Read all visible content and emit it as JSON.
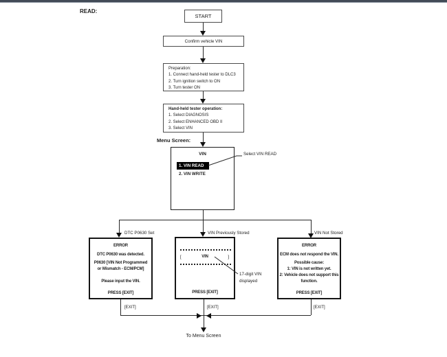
{
  "page": {
    "read_label": "READ:",
    "menu_screen_label": "Menu Screen:",
    "to_menu_screen": "To Menu Screen"
  },
  "flow": {
    "start": "START",
    "confirm": "Confirm vehicle VIN",
    "preparation": {
      "title": "Preparation:",
      "steps": [
        "1. Connect hand-held tester to DLC3",
        "2. Turn ignition switch to ON",
        "3. Turn tester ON"
      ]
    },
    "tester": {
      "title": "Hand-held tester operation:",
      "steps": [
        "1. Select DIAGNOSIS",
        "2. Select ENHANCED OBD II",
        "3. Select VIN"
      ]
    },
    "menu": {
      "title": "VIN",
      "item_selected": "1. VIN READ",
      "item_second": "2. VIN WRITE",
      "callout": "Select VIN READ"
    },
    "branches": {
      "left_label": "DTC P0630 Set",
      "middle_label": "VIN Previously Stored",
      "right_label": "VIN Not Stored"
    },
    "error_left": {
      "title": "ERROR",
      "line1": "DTC P0630 was detected.",
      "line2": "P0630  [VIN Not Programmed",
      "line3": "or Mismatch - ECM/PCM]",
      "line4": "Please input the VIN.",
      "press": "PRESS [EXIT]"
    },
    "vin_screen": {
      "bracket_open": "[",
      "label": "VIN",
      "bracket_close": "]",
      "press": "PRESS [EXIT]",
      "callout_line1": "17-digit VIN",
      "callout_line2": "displayed"
    },
    "error_right": {
      "title": "ERROR",
      "line1": "ECM does not respond the VIN.",
      "line2": "Possible cause:",
      "line3": "1: VIN is not written yet.",
      "line4": "2: Vehicle does not support this",
      "line5": "function.",
      "press": "PRESS [EXIT]"
    },
    "exits": {
      "left": "[EXIT]",
      "middle": "[EXIT]",
      "right": "[EXIT]"
    }
  }
}
